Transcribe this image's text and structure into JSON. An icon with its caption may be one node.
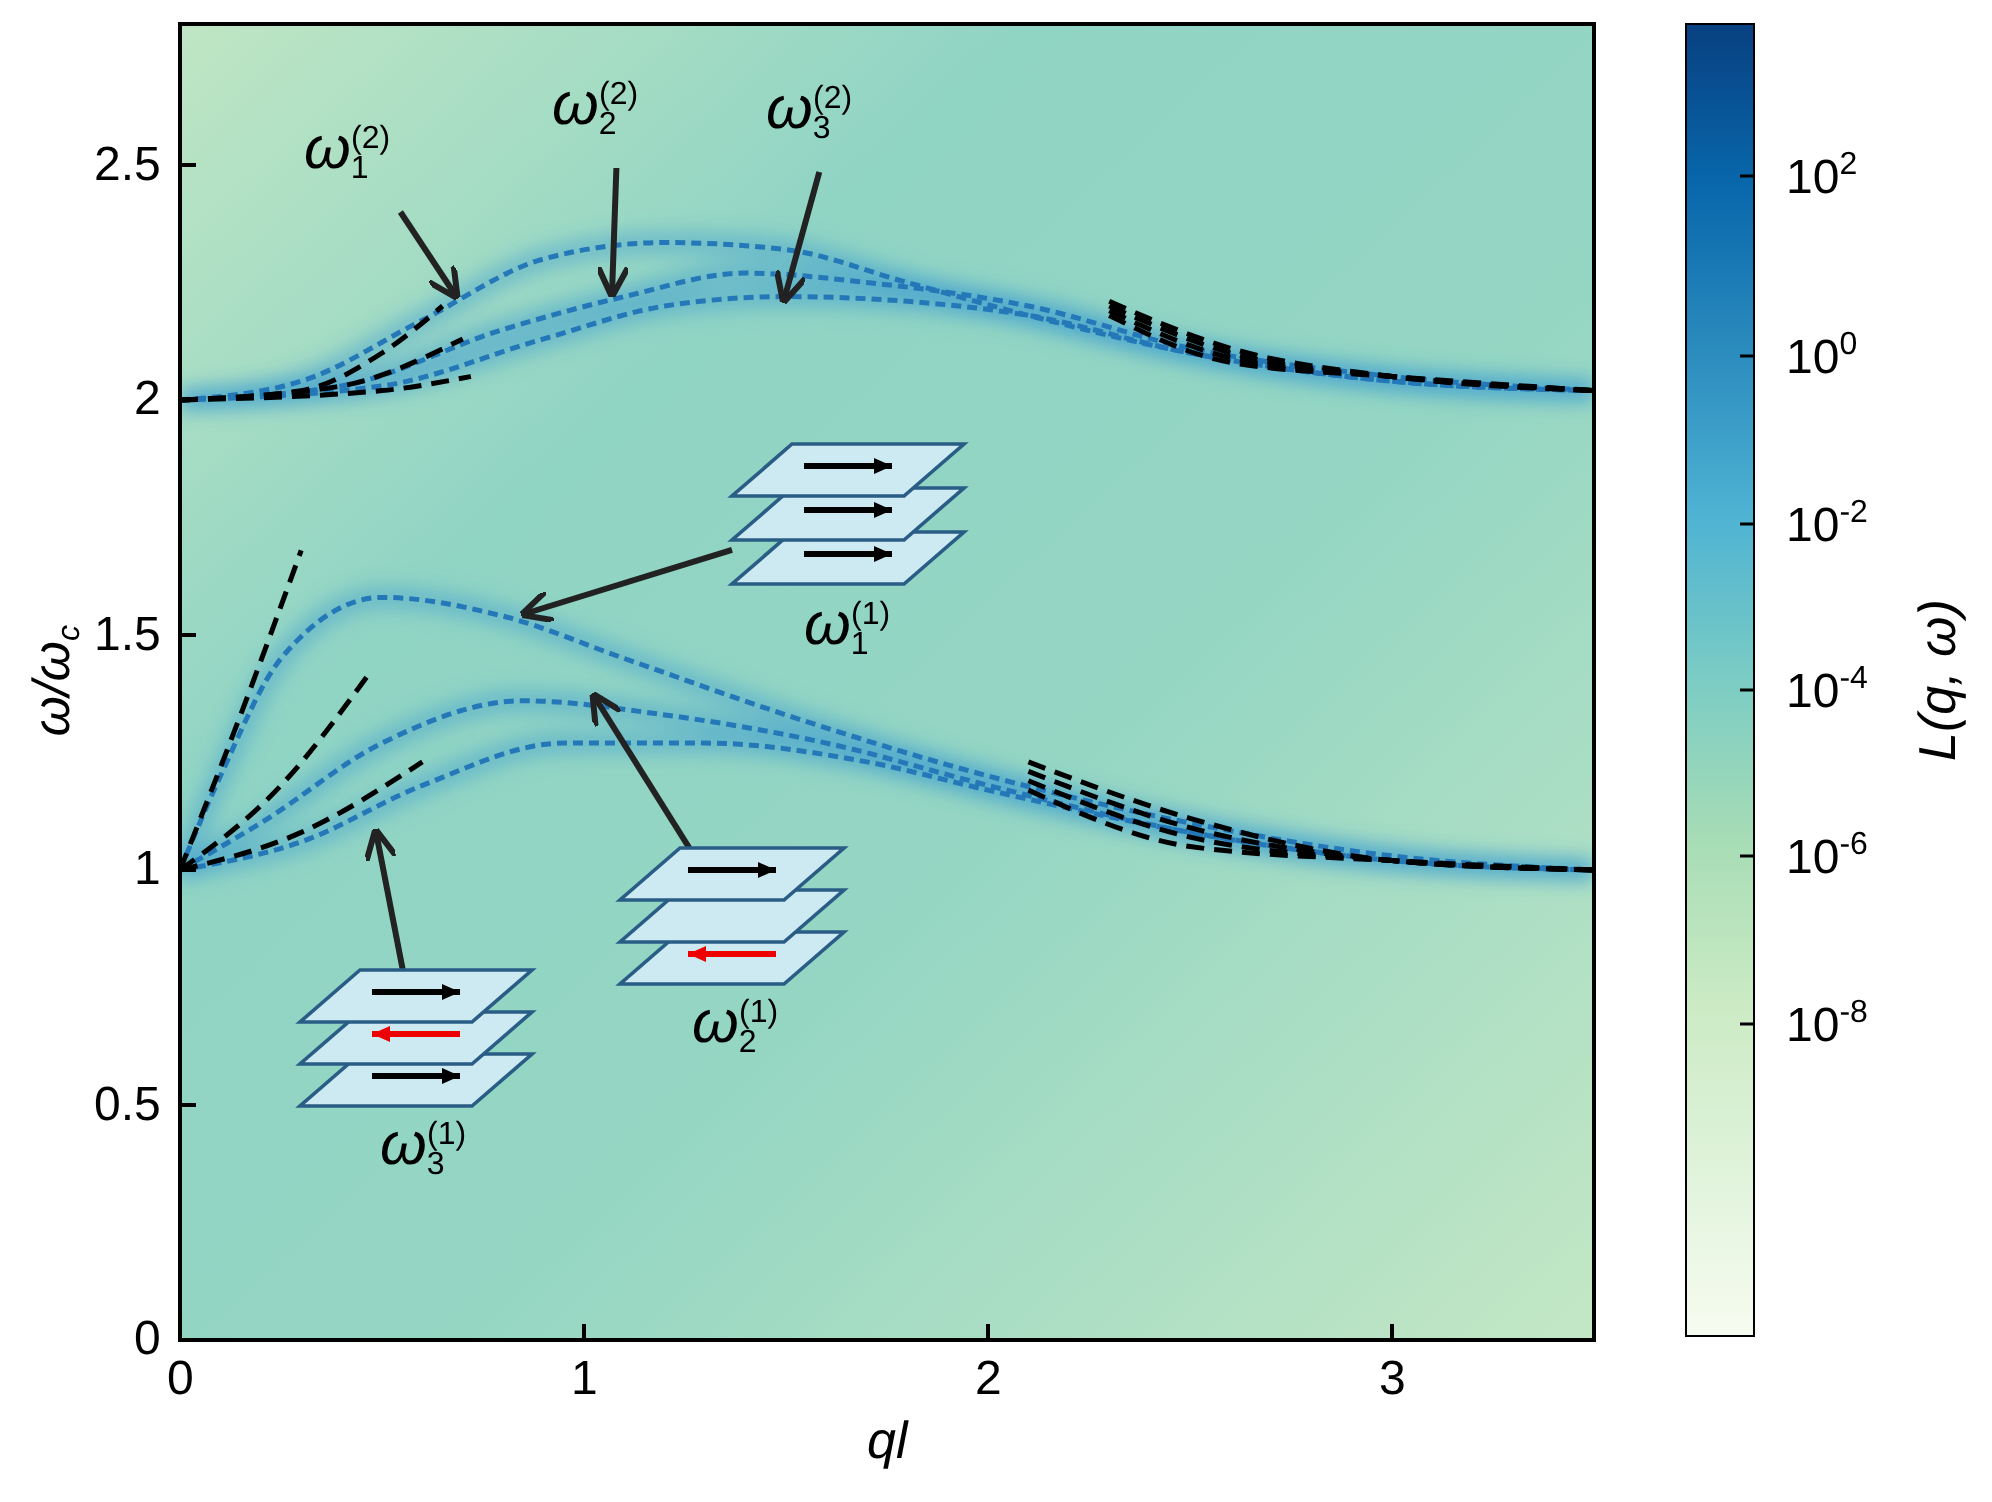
{
  "diagram": {
    "nodes": [
      {
        "text": [
          "ω$_{1}$$^{(2)}$"
        ]
      },
      {
        "text": [
          "ω$_{2}$$^{(2)}$"
        ]
      },
      {
        "text": [
          "ω$_{3}$$^{(2)}$"
        ]
      },
      {
        "text": [],
        "shape": "picture",
        "beside": [
          "ω$_{1}$$^{(1)}$"
        ]
      },
      {
        "text": [],
        "shape": "picture",
        "beside": [
          "ω$_{2}$$^{(1)}$"
        ]
      },
      {
        "text": [],
        "shape": "picture",
        "beside": [
          "ω$_{3}$$^{(1)}$"
        ]
      }
    ],
    "edges": [
      {
        "from": 0,
        "to": null,
        "arrow": "to"
      },
      {
        "from": 1,
        "to": null,
        "arrow": "to"
      },
      {
        "from": 2,
        "to": null,
        "arrow": "to"
      },
      {
        "from": 3,
        "to": null,
        "arrow": "to"
      },
      {
        "from": 4,
        "to": null,
        "arrow": "to"
      },
      {
        "from": 5,
        "to": null,
        "arrow": "to"
      }
    ],
    "labels": [
      "2.5",
      "2",
      "1.5",
      "1",
      "0.5",
      "0",
      "ω/ω$_{c}$",
      "0",
      "1",
      "2",
      "3",
      "ql",
      "10$^{2}$",
      "10$^{0}$",
      "10$^{-2}$",
      "10$^{-4}$",
      "10$^{-6}$",
      "10$^{-8}$",
      "L(q, ω)"
    ]
  }
}
